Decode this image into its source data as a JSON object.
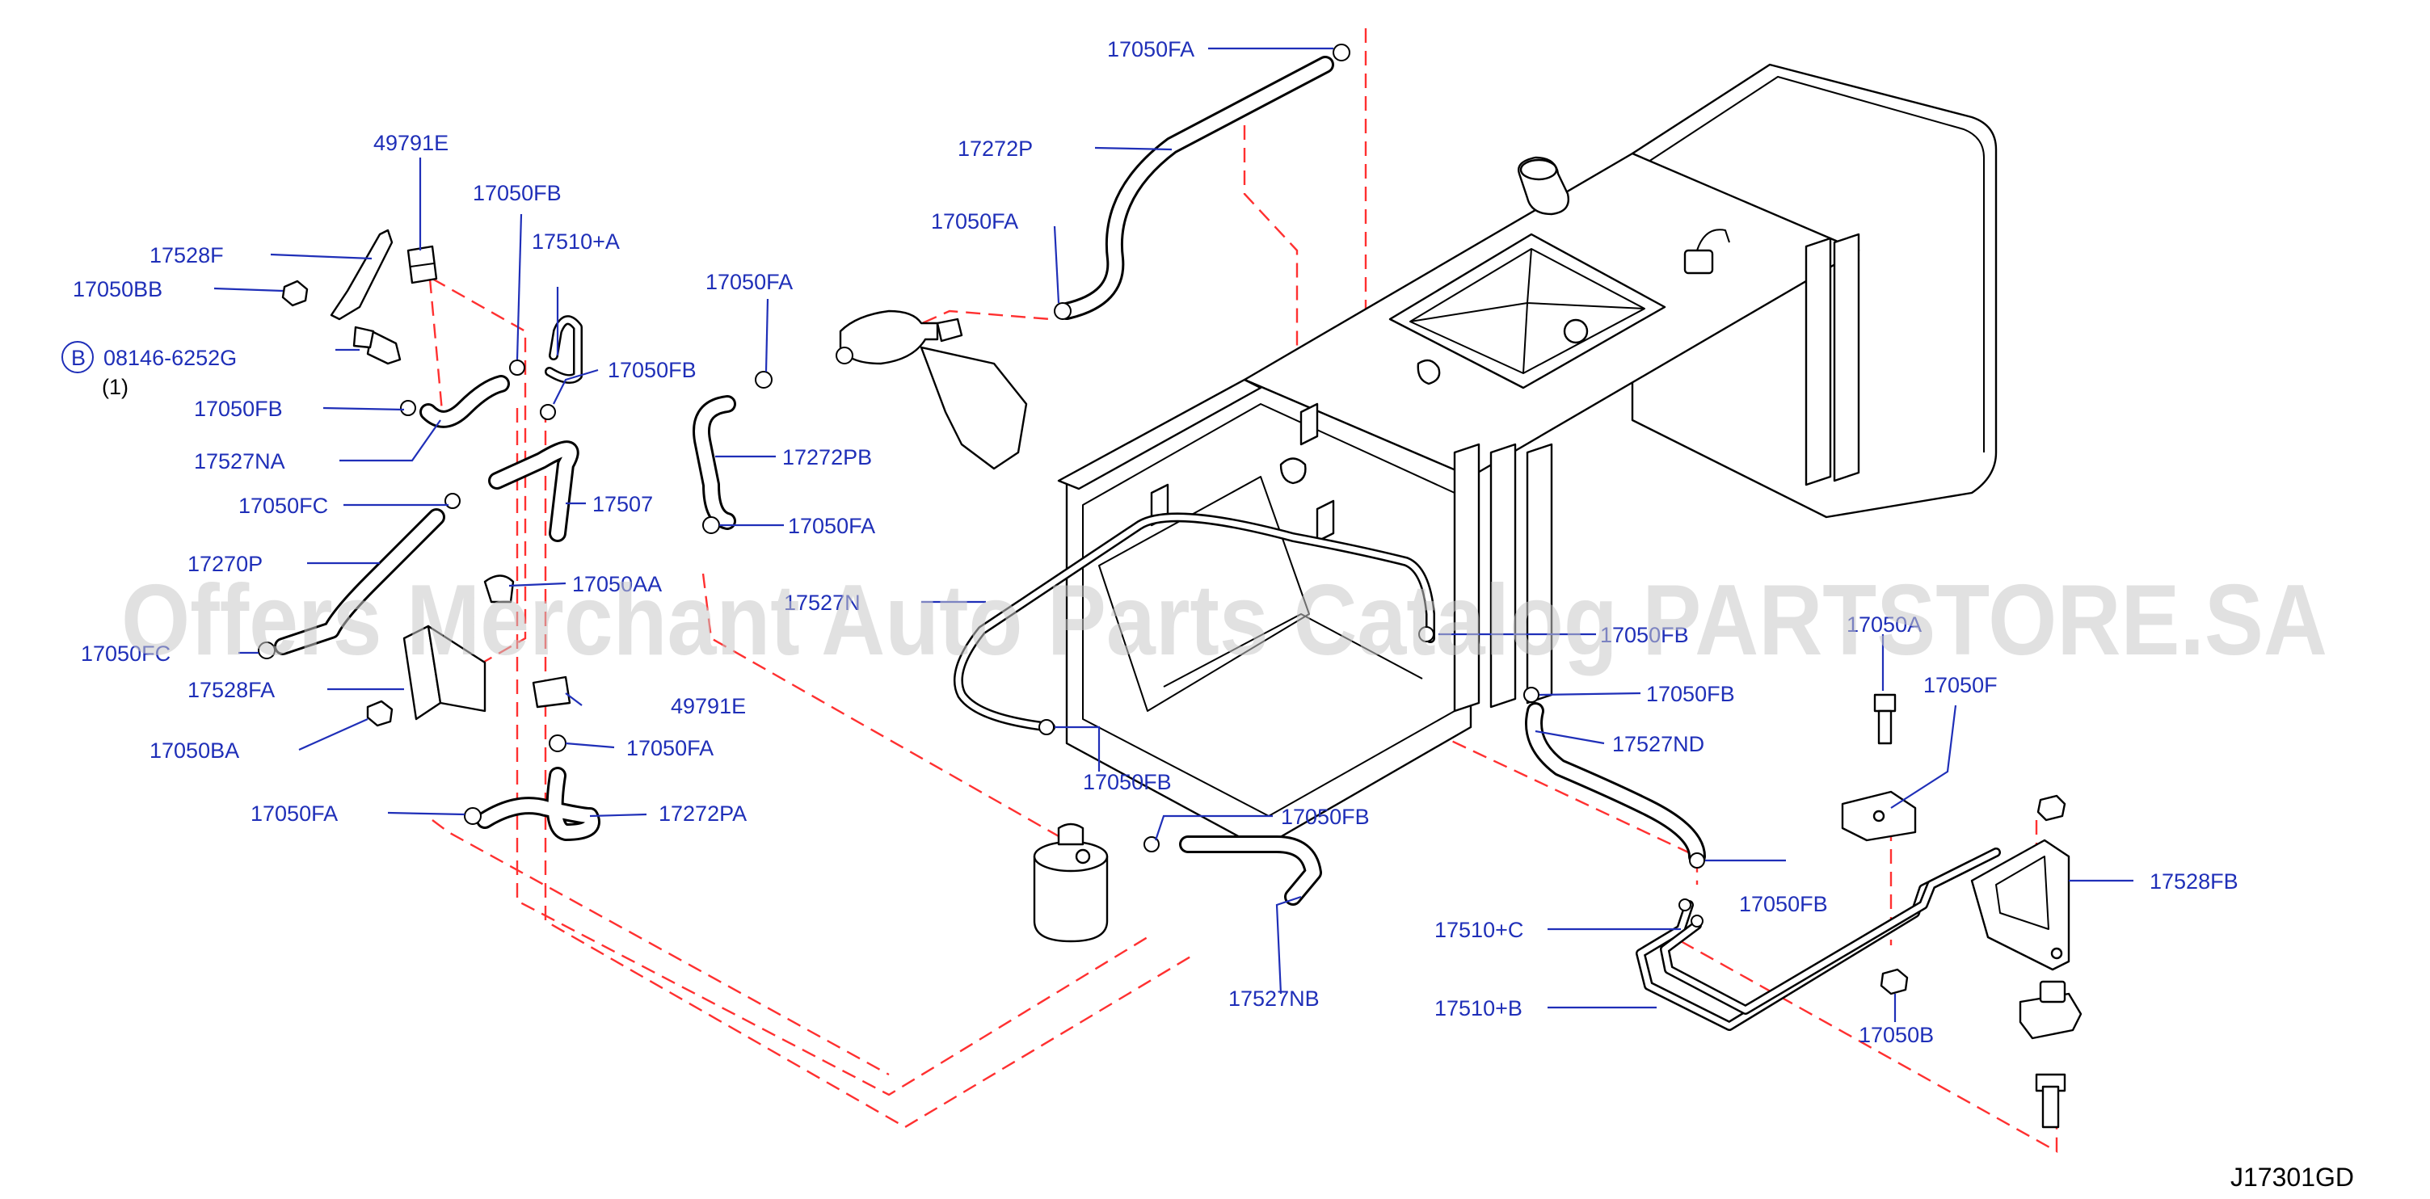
{
  "diagram": {
    "code": "J17301GD",
    "watermark": "Offers Merchant Auto Parts Catalog PARTSTORE.SA",
    "bolt_prefix": "B",
    "bolt_qty": "(1)",
    "labels": {
      "p49791E_top": "49791E",
      "p17528F": "17528F",
      "p17050BB": "17050BB",
      "p08146": "08146-6252G",
      "p17050FB_top": "17050FB",
      "p17510A": "17510+A",
      "p17050FB_mid": "17050FB",
      "p17050FB_left": "17050FB",
      "p17527NA": "17527NA",
      "p17050FC_top": "17050FC",
      "p17507": "17507",
      "p17270P": "17270P",
      "p17050AA": "17050AA",
      "p17050FC_bot": "17050FC",
      "p17528FA": "17528FA",
      "p49791E_bot": "49791E",
      "p17050BA": "17050BA",
      "p17050FA_left": "17050FA",
      "p17050FA_low": "17050FA",
      "p17272PA": "17272PA",
      "p17050FA_topr": "17050FA",
      "p17272P": "17272P",
      "p17050FA_mid": "17050FA",
      "p17050FA_pb": "17050FA",
      "p17272PB": "17272PB",
      "p17050FA_ctr": "17050FA",
      "p17527N": "17527N",
      "p17050FB_can": "17050FB",
      "p17050FB_nb": "17050FB",
      "p17527NB": "17527NB",
      "p17050FB_tank": "17050FB",
      "p17050FB_nd": "17050FB",
      "p17527ND": "17527ND",
      "p17050FB_pipe": "17050FB",
      "p17510C": "17510+C",
      "p17510B": "17510+B",
      "p17050A": "17050A",
      "p17050F": "17050F",
      "p17050B": "17050B",
      "p17528FB": "17528FB"
    }
  }
}
